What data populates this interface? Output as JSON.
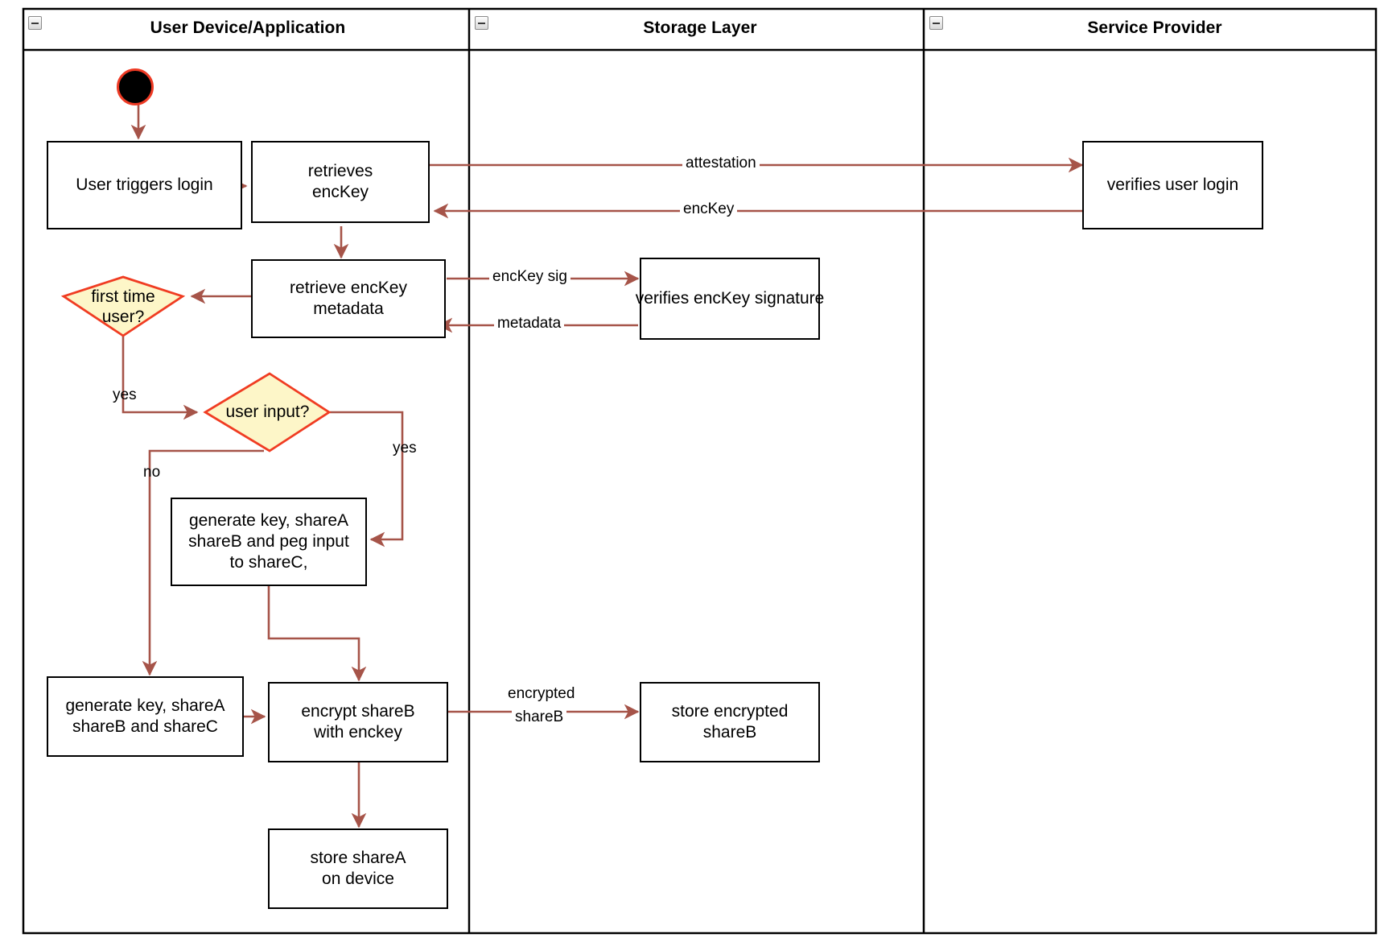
{
  "diagram": {
    "type": "uml-activity-swimlane",
    "title": "",
    "colors": {
      "edge": "#a65449",
      "node_border": "#000000",
      "node_fill": "#ffffff",
      "decision_border": "#f03c22",
      "decision_fill": "#fdf6c8",
      "initial_fill": "#000000",
      "initial_border": "#ee3a24",
      "lane_border": "#000000"
    }
  },
  "lanes": [
    {
      "id": "lane-user-device",
      "title": "User Device/Application",
      "icon": "collapse-minus-icon"
    },
    {
      "id": "lane-storage",
      "title": "Storage Layer",
      "icon": "collapse-minus-icon"
    },
    {
      "id": "lane-service-provider",
      "title": "Service Provider",
      "icon": "collapse-minus-icon"
    }
  ],
  "nodes": {
    "initial": {
      "label": "",
      "shape": "initial-node"
    },
    "user_triggers_login": {
      "label": "User triggers login",
      "shape": "action"
    },
    "retrieves_enckey": {
      "label": "retrieves\nencKey",
      "line1": "retrieves",
      "line2": "encKey",
      "shape": "action"
    },
    "verifies_user_login": {
      "label": "verifies user login",
      "shape": "action"
    },
    "retrieve_enckey_metadata": {
      "line1": "retrieve encKey",
      "line2": "metadata",
      "shape": "action"
    },
    "verifies_enckey_signature": {
      "label": "verifies encKey signature",
      "shape": "action"
    },
    "first_time_user": {
      "line1": "first time",
      "line2": "user?",
      "shape": "decision"
    },
    "user_input": {
      "label": "user input?",
      "shape": "decision"
    },
    "generate_peg": {
      "line1": "generate key, shareA",
      "line2": "shareB and peg input",
      "line3": "to shareC,",
      "shape": "action"
    },
    "generate_shares": {
      "line1": "generate key, shareA",
      "line2": "shareB and shareC",
      "shape": "action"
    },
    "encrypt_shareb": {
      "line1": "encrypt shareB",
      "line2": "with enckey",
      "shape": "action"
    },
    "store_encrypted_shareb": {
      "line1": "store encrypted",
      "line2": "shareB",
      "shape": "action"
    },
    "store_sharea": {
      "line1": "store shareA",
      "line2": "on device",
      "shape": "action"
    }
  },
  "edge_labels": {
    "attestation": "attestation",
    "enckey": "encKey",
    "enckey_sig": "encKey sig",
    "metadata": "metadata",
    "yes_first_time": "yes",
    "yes_user_input": "yes",
    "no_user_input": "no",
    "encrypted_shareb_l1": "encrypted",
    "encrypted_shareb_l2": "shareB"
  }
}
